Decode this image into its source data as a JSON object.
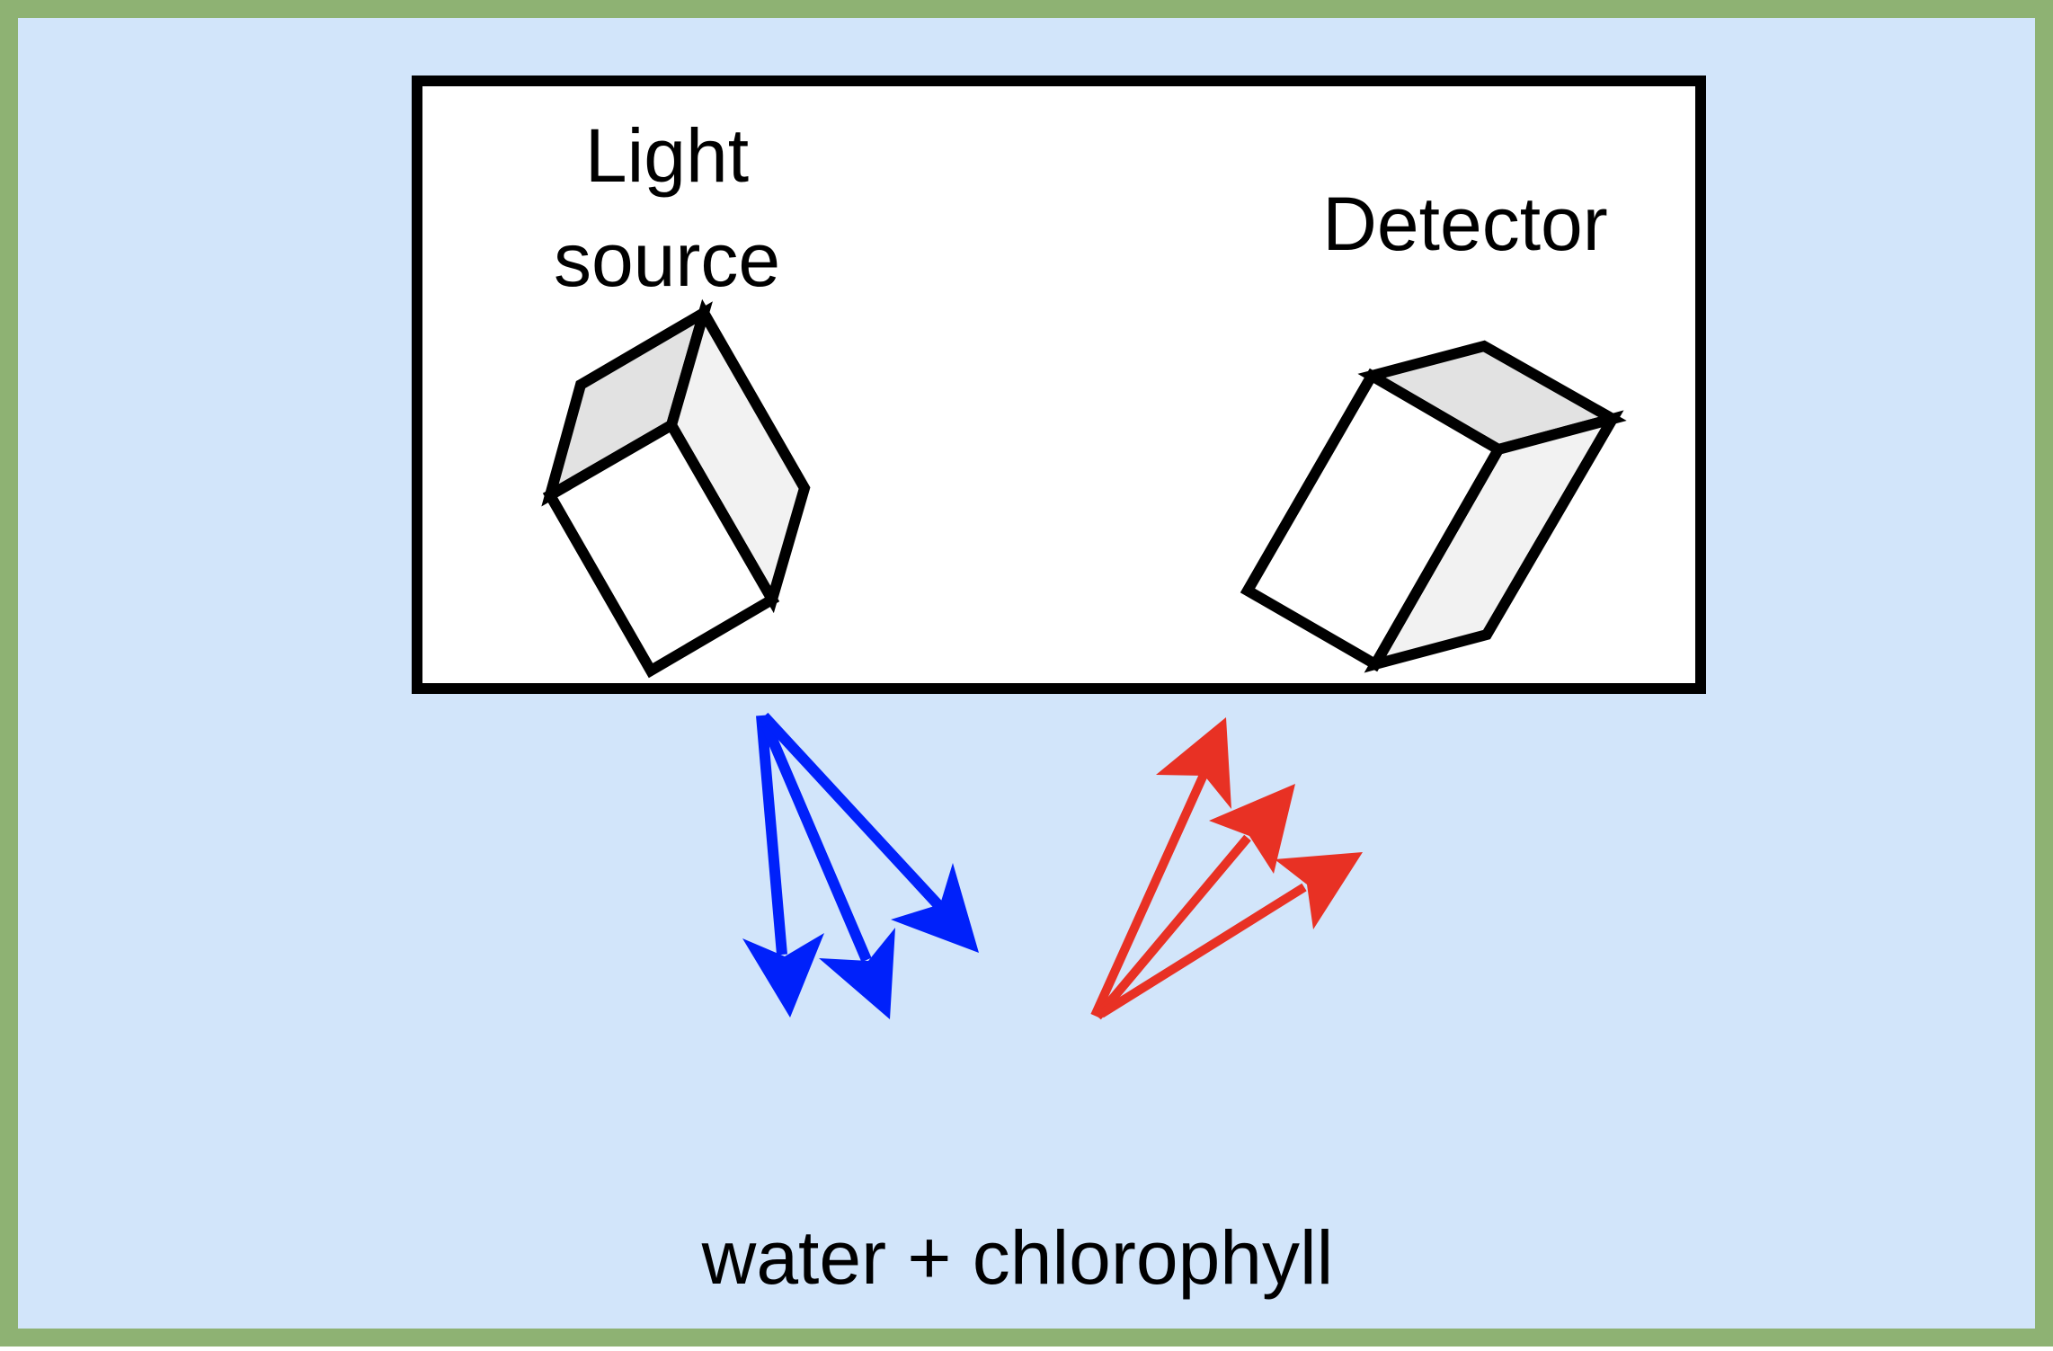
{
  "colors": {
    "water": "#d2e5fa",
    "border": "#8eb273",
    "blue_arrows": "#0021fa",
    "red_arrows": "#e83124",
    "box_top": "#e2e2e2",
    "box_side": "#f2f2f2",
    "box_front": "#ffffff"
  },
  "labels": {
    "light_source_line1": "Light",
    "light_source_line2": "source",
    "detector": "Detector",
    "medium": "water + chlorophyll"
  }
}
